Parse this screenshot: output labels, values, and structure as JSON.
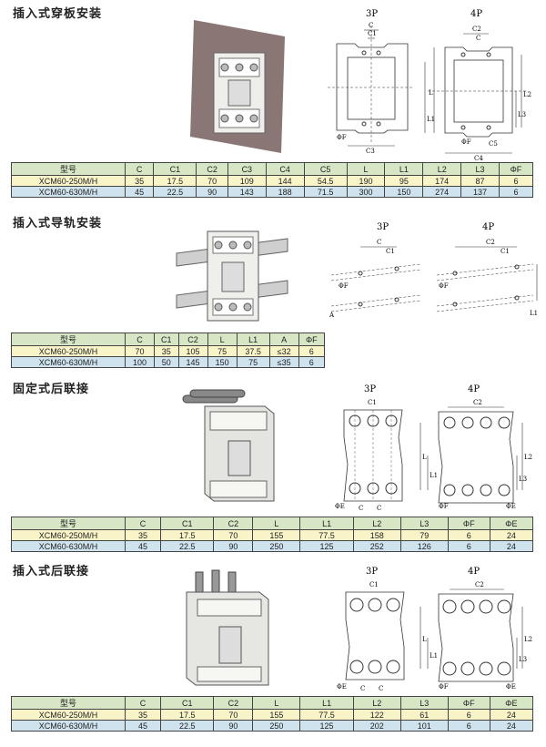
{
  "sections": [
    {
      "title": "插入式穿板安装",
      "labels_3p": "3P",
      "labels_4p": "4P",
      "table": {
        "headers": [
          "型号",
          "C",
          "C1",
          "C2",
          "C3",
          "C4",
          "C5",
          "L",
          "L1",
          "L2",
          "L3",
          "ΦF"
        ],
        "rows": [
          [
            "XCM60-250M/H",
            "35",
            "17.5",
            "70",
            "109",
            "144",
            "54.5",
            "190",
            "95",
            "174",
            "87",
            "6"
          ],
          [
            "XCM60-630M/H",
            "45",
            "22.5",
            "90",
            "143",
            "188",
            "71.5",
            "300",
            "150",
            "274",
            "137",
            "6"
          ]
        ]
      }
    },
    {
      "title": "插入式导轨安装",
      "labels_3p": "3P",
      "labels_4p": "4P",
      "table": {
        "headers": [
          "型号",
          "C",
          "C1",
          "C2",
          "L",
          "L1",
          "A",
          "ΦF"
        ],
        "rows": [
          [
            "XCM60-250M/H",
            "70",
            "35",
            "105",
            "75",
            "37.5",
            "≤32",
            "6"
          ],
          [
            "XCM60-630M/H",
            "100",
            "50",
            "145",
            "150",
            "75",
            "≤35",
            "6"
          ]
        ]
      }
    },
    {
      "title": "固定式后联接",
      "labels_3p": "3P",
      "labels_4p": "4P",
      "table": {
        "headers": [
          "型号",
          "C",
          "C1",
          "C2",
          "L",
          "L1",
          "L2",
          "L3",
          "ΦF",
          "ΦE"
        ],
        "rows": [
          [
            "XCM60-250M/H",
            "35",
            "17.5",
            "70",
            "155",
            "77.5",
            "158",
            "79",
            "6",
            "24"
          ],
          [
            "XCM60-630M/H",
            "45",
            "22.5",
            "90",
            "250",
            "125",
            "252",
            "126",
            "6",
            "24"
          ]
        ]
      }
    },
    {
      "title": "插入式后联接",
      "labels_3p": "3P",
      "labels_4p": "4P",
      "table": {
        "headers": [
          "型号",
          "C",
          "C1",
          "C2",
          "L",
          "L1",
          "L2",
          "L3",
          "ΦF",
          "ΦE"
        ],
        "rows": [
          [
            "XCM60-250M/H",
            "35",
            "17.5",
            "70",
            "155",
            "77.5",
            "122",
            "61",
            "6",
            "24"
          ],
          [
            "XCM60-630M/H",
            "45",
            "22.5",
            "90",
            "250",
            "125",
            "202",
            "101",
            "6",
            "24"
          ]
        ]
      }
    }
  ],
  "dim_labels": {
    "c": "C",
    "c1": "C1",
    "c2": "C2",
    "c3": "C3",
    "c4": "C4",
    "c5": "C5",
    "l": "L",
    "l1": "L1",
    "l2": "L2",
    "l3": "L3",
    "phif": "ΦF",
    "phie": "ΦE",
    "a": "A"
  }
}
